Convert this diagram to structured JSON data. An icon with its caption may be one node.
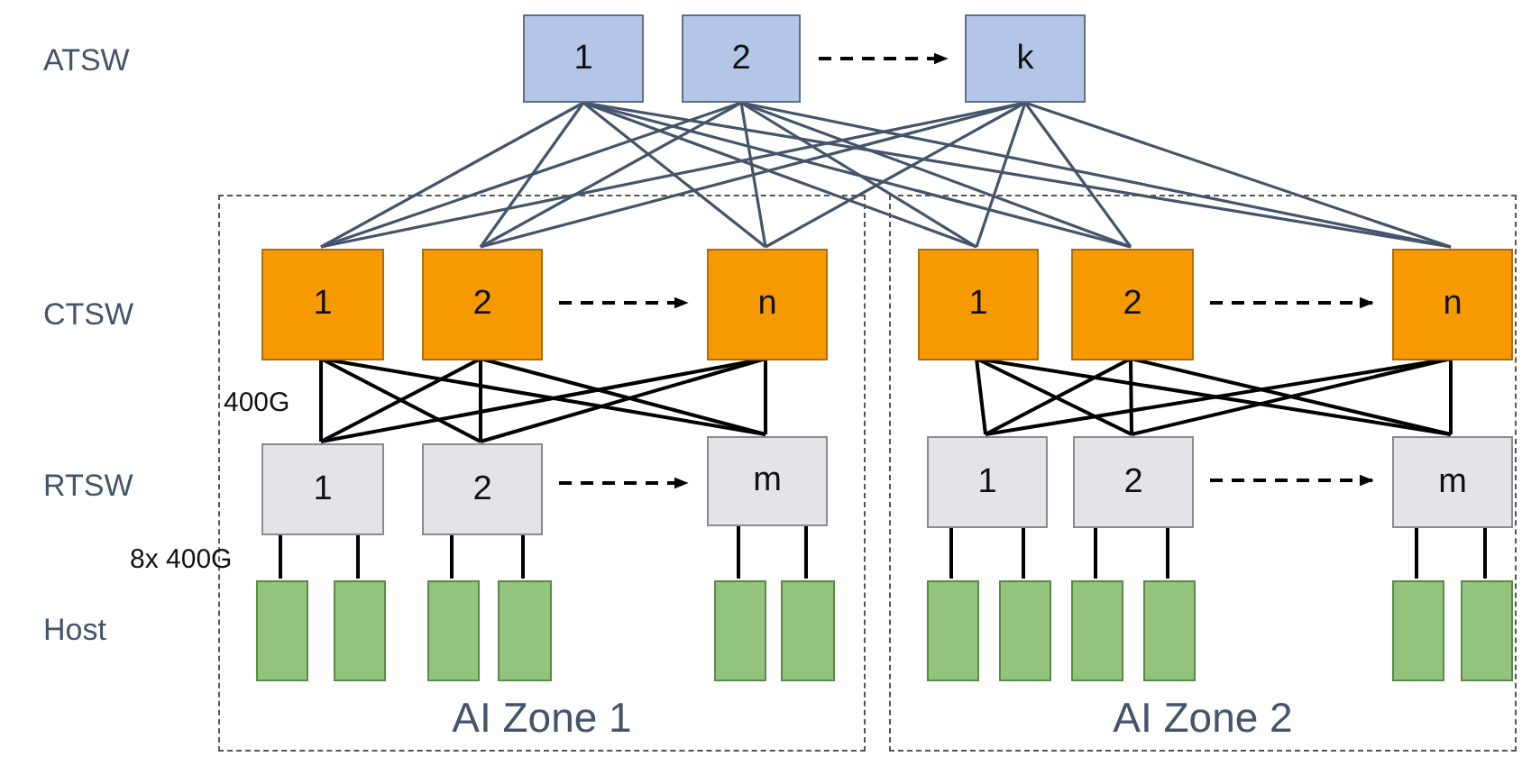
{
  "diagram": {
    "nodes": [
      {
        "text": [
          "1"
        ]
      },
      {
        "text": [
          "2"
        ]
      },
      {
        "text": [
          "k"
        ]
      },
      {
        "text": [
          "AI Zone 1"
        ]
      },
      {
        "text": [
          "1"
        ],
        "in": 3
      },
      {
        "text": [
          "2"
        ],
        "in": 3
      },
      {
        "text": [
          "n"
        ],
        "in": 3
      },
      {
        "text": [
          "1"
        ],
        "in": 3
      },
      {
        "text": [
          "2"
        ],
        "in": 3
      },
      {
        "text": [
          "m"
        ],
        "in": 3
      },
      {
        "text": [],
        "shape": "box",
        "in": 3
      },
      {
        "text": [],
        "shape": "box",
        "in": 3
      },
      {
        "text": [],
        "shape": "box",
        "in": 3
      },
      {
        "text": [],
        "shape": "box",
        "in": 3
      },
      {
        "text": [],
        "shape": "box",
        "in": 3
      },
      {
        "text": [],
        "shape": "box",
        "in": 3
      },
      {
        "text": [
          "AI Zone 2"
        ]
      },
      {
        "text": [
          "1"
        ],
        "in": 16
      },
      {
        "text": [
          "2"
        ],
        "in": 16
      },
      {
        "text": [
          "n"
        ],
        "in": 16
      },
      {
        "text": [
          "1"
        ],
        "in": 16
      },
      {
        "text": [
          "2"
        ],
        "in": 16
      },
      {
        "text": [
          "m"
        ],
        "in": 16
      },
      {
        "text": [],
        "shape": "box",
        "in": 16
      },
      {
        "text": [],
        "shape": "box",
        "in": 16
      },
      {
        "text": [],
        "shape": "box",
        "in": 16
      },
      {
        "text": [],
        "shape": "box",
        "in": 16
      },
      {
        "text": [],
        "shape": "box",
        "in": 16
      },
      {
        "text": [],
        "shape": "box",
        "in": 16
      }
    ],
    "edges": [
      {
        "from": 1,
        "to": 2,
        "arrow": "to",
        "style": "dashed"
      },
      {
        "from": 0,
        "to": 4,
        "arrow": "none",
        "color": "#44546a"
      },
      {
        "from": 0,
        "to": 5,
        "arrow": "none",
        "color": "#44546a"
      },
      {
        "from": 0,
        "to": 6,
        "arrow": "none",
        "color": "#44546a"
      },
      {
        "from": 0,
        "to": 17,
        "arrow": "none",
        "color": "#44546a"
      },
      {
        "from": 0,
        "to": 18,
        "arrow": "none",
        "color": "#44546a"
      },
      {
        "from": 0,
        "to": 19,
        "arrow": "none",
        "color": "#44546a"
      },
      {
        "from": 1,
        "to": 4,
        "arrow": "none",
        "color": "#44546a"
      },
      {
        "from": 1,
        "to": 5,
        "arrow": "none",
        "color": "#44546a"
      },
      {
        "from": 1,
        "to": 6,
        "arrow": "none",
        "color": "#44546a"
      },
      {
        "from": 1,
        "to": 17,
        "arrow": "none",
        "color": "#44546a"
      },
      {
        "from": 1,
        "to": 18,
        "arrow": "none",
        "color": "#44546a"
      },
      {
        "from": 1,
        "to": 19,
        "arrow": "none",
        "color": "#44546a"
      },
      {
        "from": 2,
        "to": 4,
        "arrow": "none",
        "color": "#44546a"
      },
      {
        "from": 2,
        "to": 5,
        "arrow": "none",
        "color": "#44546a"
      },
      {
        "from": 2,
        "to": 6,
        "arrow": "none",
        "color": "#44546a"
      },
      {
        "from": 2,
        "to": 17,
        "arrow": "none",
        "color": "#44546a"
      },
      {
        "from": 2,
        "to": 18,
        "arrow": "none",
        "color": "#44546a"
      },
      {
        "from": 2,
        "to": 19,
        "arrow": "none",
        "color": "#44546a"
      },
      {
        "from": 5,
        "to": 6,
        "arrow": "to",
        "style": "dashed"
      },
      {
        "from": 4,
        "to": 7,
        "arrow": "none"
      },
      {
        "from": 4,
        "to": 8,
        "arrow": "none"
      },
      {
        "from": 4,
        "to": 9,
        "arrow": "none"
      },
      {
        "from": 5,
        "to": 7,
        "arrow": "none"
      },
      {
        "from": 5,
        "to": 8,
        "arrow": "none"
      },
      {
        "from": 5,
        "to": 9,
        "arrow": "none"
      },
      {
        "from": 6,
        "to": 7,
        "arrow": "none"
      },
      {
        "from": 6,
        "to": 8,
        "arrow": "none"
      },
      {
        "from": 6,
        "to": 9,
        "arrow": "none"
      },
      {
        "from": 8,
        "to": 9,
        "arrow": "to",
        "style": "dashed"
      },
      {
        "from": 7,
        "to": 10,
        "arrow": "none"
      },
      {
        "from": 7,
        "to": 11,
        "arrow": "none"
      },
      {
        "from": 8,
        "to": 12,
        "arrow": "none"
      },
      {
        "from": 8,
        "to": 13,
        "arrow": "none"
      },
      {
        "from": 9,
        "to": 14,
        "arrow": "none"
      },
      {
        "from": 9,
        "to": 15,
        "arrow": "none"
      },
      {
        "from": 18,
        "to": 19,
        "arrow": "to",
        "style": "dashed"
      },
      {
        "from": 17,
        "to": 20,
        "arrow": "none"
      },
      {
        "from": 17,
        "to": 21,
        "arrow": "none"
      },
      {
        "from": 17,
        "to": 22,
        "arrow": "none"
      },
      {
        "from": 18,
        "to": 20,
        "arrow": "none"
      },
      {
        "from": 18,
        "to": 21,
        "arrow": "none"
      },
      {
        "from": 18,
        "to": 22,
        "arrow": "none"
      },
      {
        "from": 19,
        "to": 20,
        "arrow": "none"
      },
      {
        "from": 19,
        "to": 21,
        "arrow": "none"
      },
      {
        "from": 19,
        "to": 22,
        "arrow": "none"
      },
      {
        "from": 21,
        "to": 22,
        "arrow": "to",
        "style": "dashed"
      },
      {
        "from": 20,
        "to": 23,
        "arrow": "none"
      },
      {
        "from": 20,
        "to": 24,
        "arrow": "none"
      },
      {
        "from": 21,
        "to": 25,
        "arrow": "none"
      },
      {
        "from": 21,
        "to": 26,
        "arrow": "none"
      },
      {
        "from": 22,
        "to": 27,
        "arrow": "none"
      },
      {
        "from": 22,
        "to": 28,
        "arrow": "none"
      }
    ],
    "labels": [
      "ATSW",
      "CTSW",
      "400G",
      "RTSW",
      "8x 400G",
      "Host"
    ]
  }
}
